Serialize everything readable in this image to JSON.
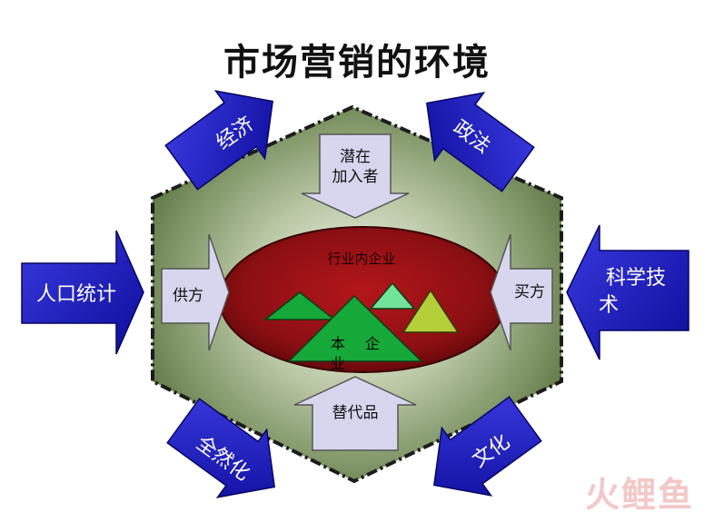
{
  "title": "市场营销的环境",
  "center": {
    "industry_label": "行业内企业",
    "company_label": [
      "本",
      "企",
      "业"
    ]
  },
  "forces": {
    "potential_entrants": [
      "潜在",
      "加入者"
    ],
    "substitutes": "替代品",
    "suppliers": "供方",
    "buyers": "买方"
  },
  "macro": {
    "economy": "经济",
    "politics_law": "政法",
    "demographics": "人口统计",
    "science_tech": [
      "科学技",
      "术"
    ],
    "nature": "全然化",
    "culture": "文化"
  },
  "watermark": "火鲤鱼",
  "colors": {
    "outer_arrow": "#1414b4",
    "inner_arrow": "#d8d6ee",
    "hexagon": "#6f8a4e",
    "ellipse": "#8c0f12",
    "triangle_dark": "#17a23a",
    "triangle_light": "#72e49a",
    "triangle_yellow": "#b5cf3a"
  }
}
